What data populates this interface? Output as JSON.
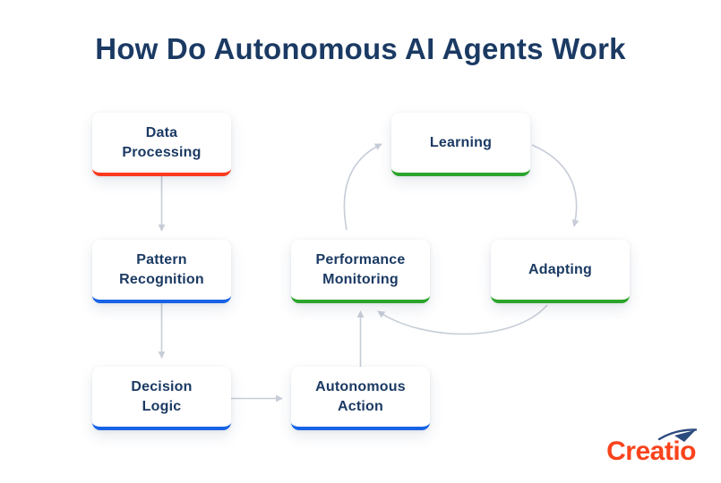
{
  "title": "How Do Autonomous AI Agents Work",
  "colors": {
    "background": "#ffffff",
    "heading": "#1b3a63",
    "node_text": "#1b3a63",
    "accent_red": "#fa3a1e",
    "accent_blue": "#1763e6",
    "accent_green": "#2ba42b",
    "connector": "#c7cdd8",
    "logo_text": "#fa431c",
    "logo_plane": "#2b4a7e"
  },
  "nodes": [
    {
      "id": "data-processing",
      "label": "Data\nProcessing",
      "accent": "red"
    },
    {
      "id": "pattern-recognition",
      "label": "Pattern\nRecognition",
      "accent": "blue"
    },
    {
      "id": "decision-logic",
      "label": "Decision\nLogic",
      "accent": "blue"
    },
    {
      "id": "autonomous-action",
      "label": "Autonomous\nAction",
      "accent": "blue"
    },
    {
      "id": "performance-monitoring",
      "label": "Performance\nMonitoring",
      "accent": "green"
    },
    {
      "id": "learning",
      "label": "Learning",
      "accent": "green"
    },
    {
      "id": "adapting",
      "label": "Adapting",
      "accent": "green"
    }
  ],
  "edges": [
    {
      "from": "Data Processing",
      "to": "Pattern Recognition"
    },
    {
      "from": "Pattern Recognition",
      "to": "Decision Logic"
    },
    {
      "from": "Decision Logic",
      "to": "Autonomous Action"
    },
    {
      "from": "Autonomous Action",
      "to": "Performance Monitoring"
    },
    {
      "from": "Performance Monitoring",
      "to": "Learning"
    },
    {
      "from": "Learning",
      "to": "Adapting"
    },
    {
      "from": "Adapting",
      "to": "Performance Monitoring"
    }
  ],
  "logo": {
    "text": "Creatio"
  }
}
